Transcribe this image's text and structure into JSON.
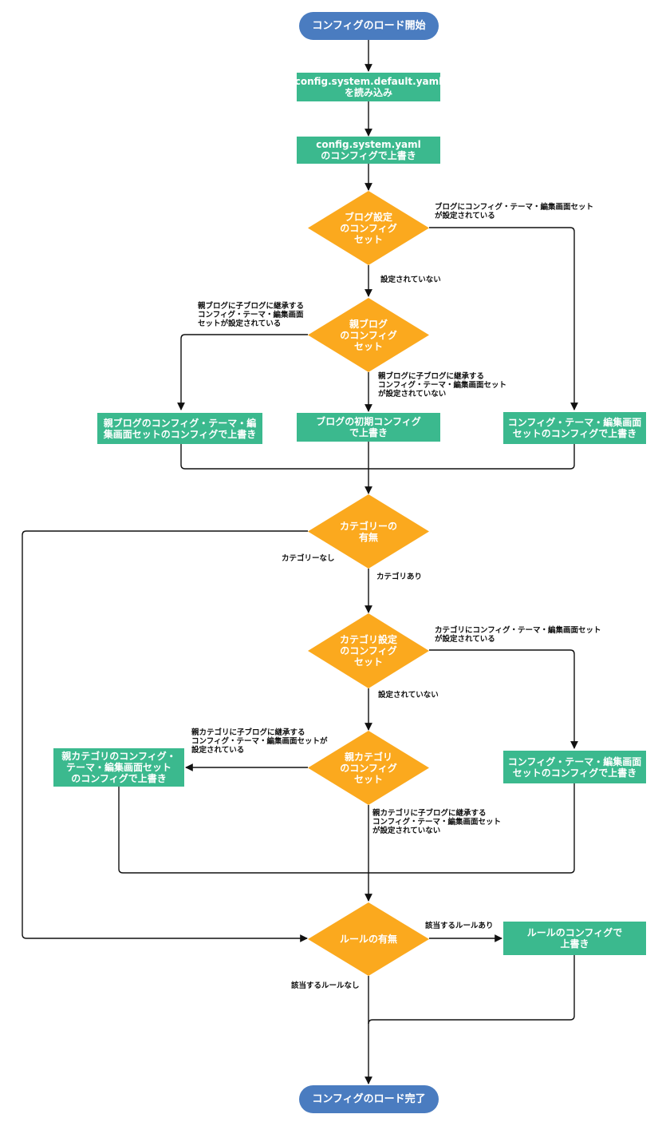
{
  "colors": {
    "terminal": "#4a7cc0",
    "process": "#3bb98e",
    "decision": "#fba91e",
    "edge": "#111111"
  },
  "nodes": {
    "start": "コンフィグのロード開始",
    "load_default": "config.system.default.yaml\nを読み込み",
    "override_system": "config.system.yaml\nのコンフィグで上書き",
    "dec_blog": "ブログ設定\nのコンフィグ\nセット",
    "dec_parent_blog": "親ブログ\nのコンフィグ\nセット",
    "ow_parent_blog": "親ブログのコンフィグ・テーマ・編\n集画面セットのコンフィグで上書き",
    "ow_blog_initial": "ブログの初期コンフィグ\nで上書き",
    "ow_blog_set": "コンフィグ・テーマ・編集画面\nセットのコンフィグで上書き",
    "dec_category_exists": "カテゴリーの\n有無",
    "dec_category": "カテゴリ設定\nのコンフィグ\nセット",
    "dec_parent_category": "親カテゴリ\nのコンフィグ\nセット",
    "ow_parent_category": "親カテゴリのコンフィグ・\nテーマ・編集画面セット\nのコンフィグで上書き",
    "ow_category_set": "コンフィグ・テーマ・編集画面\nセットのコンフィグで上書き",
    "dec_rule": "ルールの有無",
    "ow_rule": "ルールのコンフィグで\n上書き",
    "end": "コンフィグのロード完了"
  },
  "edge_labels": {
    "blog_set": "ブログにコンフィグ・テーマ・編集画面セット\nが設定されている",
    "blog_not_set": "設定されていない",
    "parent_blog_set": "親ブログに子ブログに継承する\nコンフィグ・テーマ・編集画面\nセットが設定されている",
    "parent_blog_not_set": "親ブログに子ブログに継承する\nコンフィグ・テーマ・編集画面セット\nが設定されていない",
    "no_category": "カテゴリーなし",
    "has_category": "カテゴリあり",
    "category_set": "カテゴリにコンフィグ・テーマ・編集画面セット\nが設定されている",
    "category_not_set": "設定されていない",
    "parent_category_set": "親カテゴリに子ブログに継承する\nコンフィグ・テーマ・編集画面セットが\n設定されている",
    "parent_category_not_set": "親カテゴリに子ブログに継承する\nコンフィグ・テーマ・編集画面セット\nが設定されていない",
    "rule_exists": "該当するルールあり",
    "rule_not_exists": "該当するルールなし"
  }
}
